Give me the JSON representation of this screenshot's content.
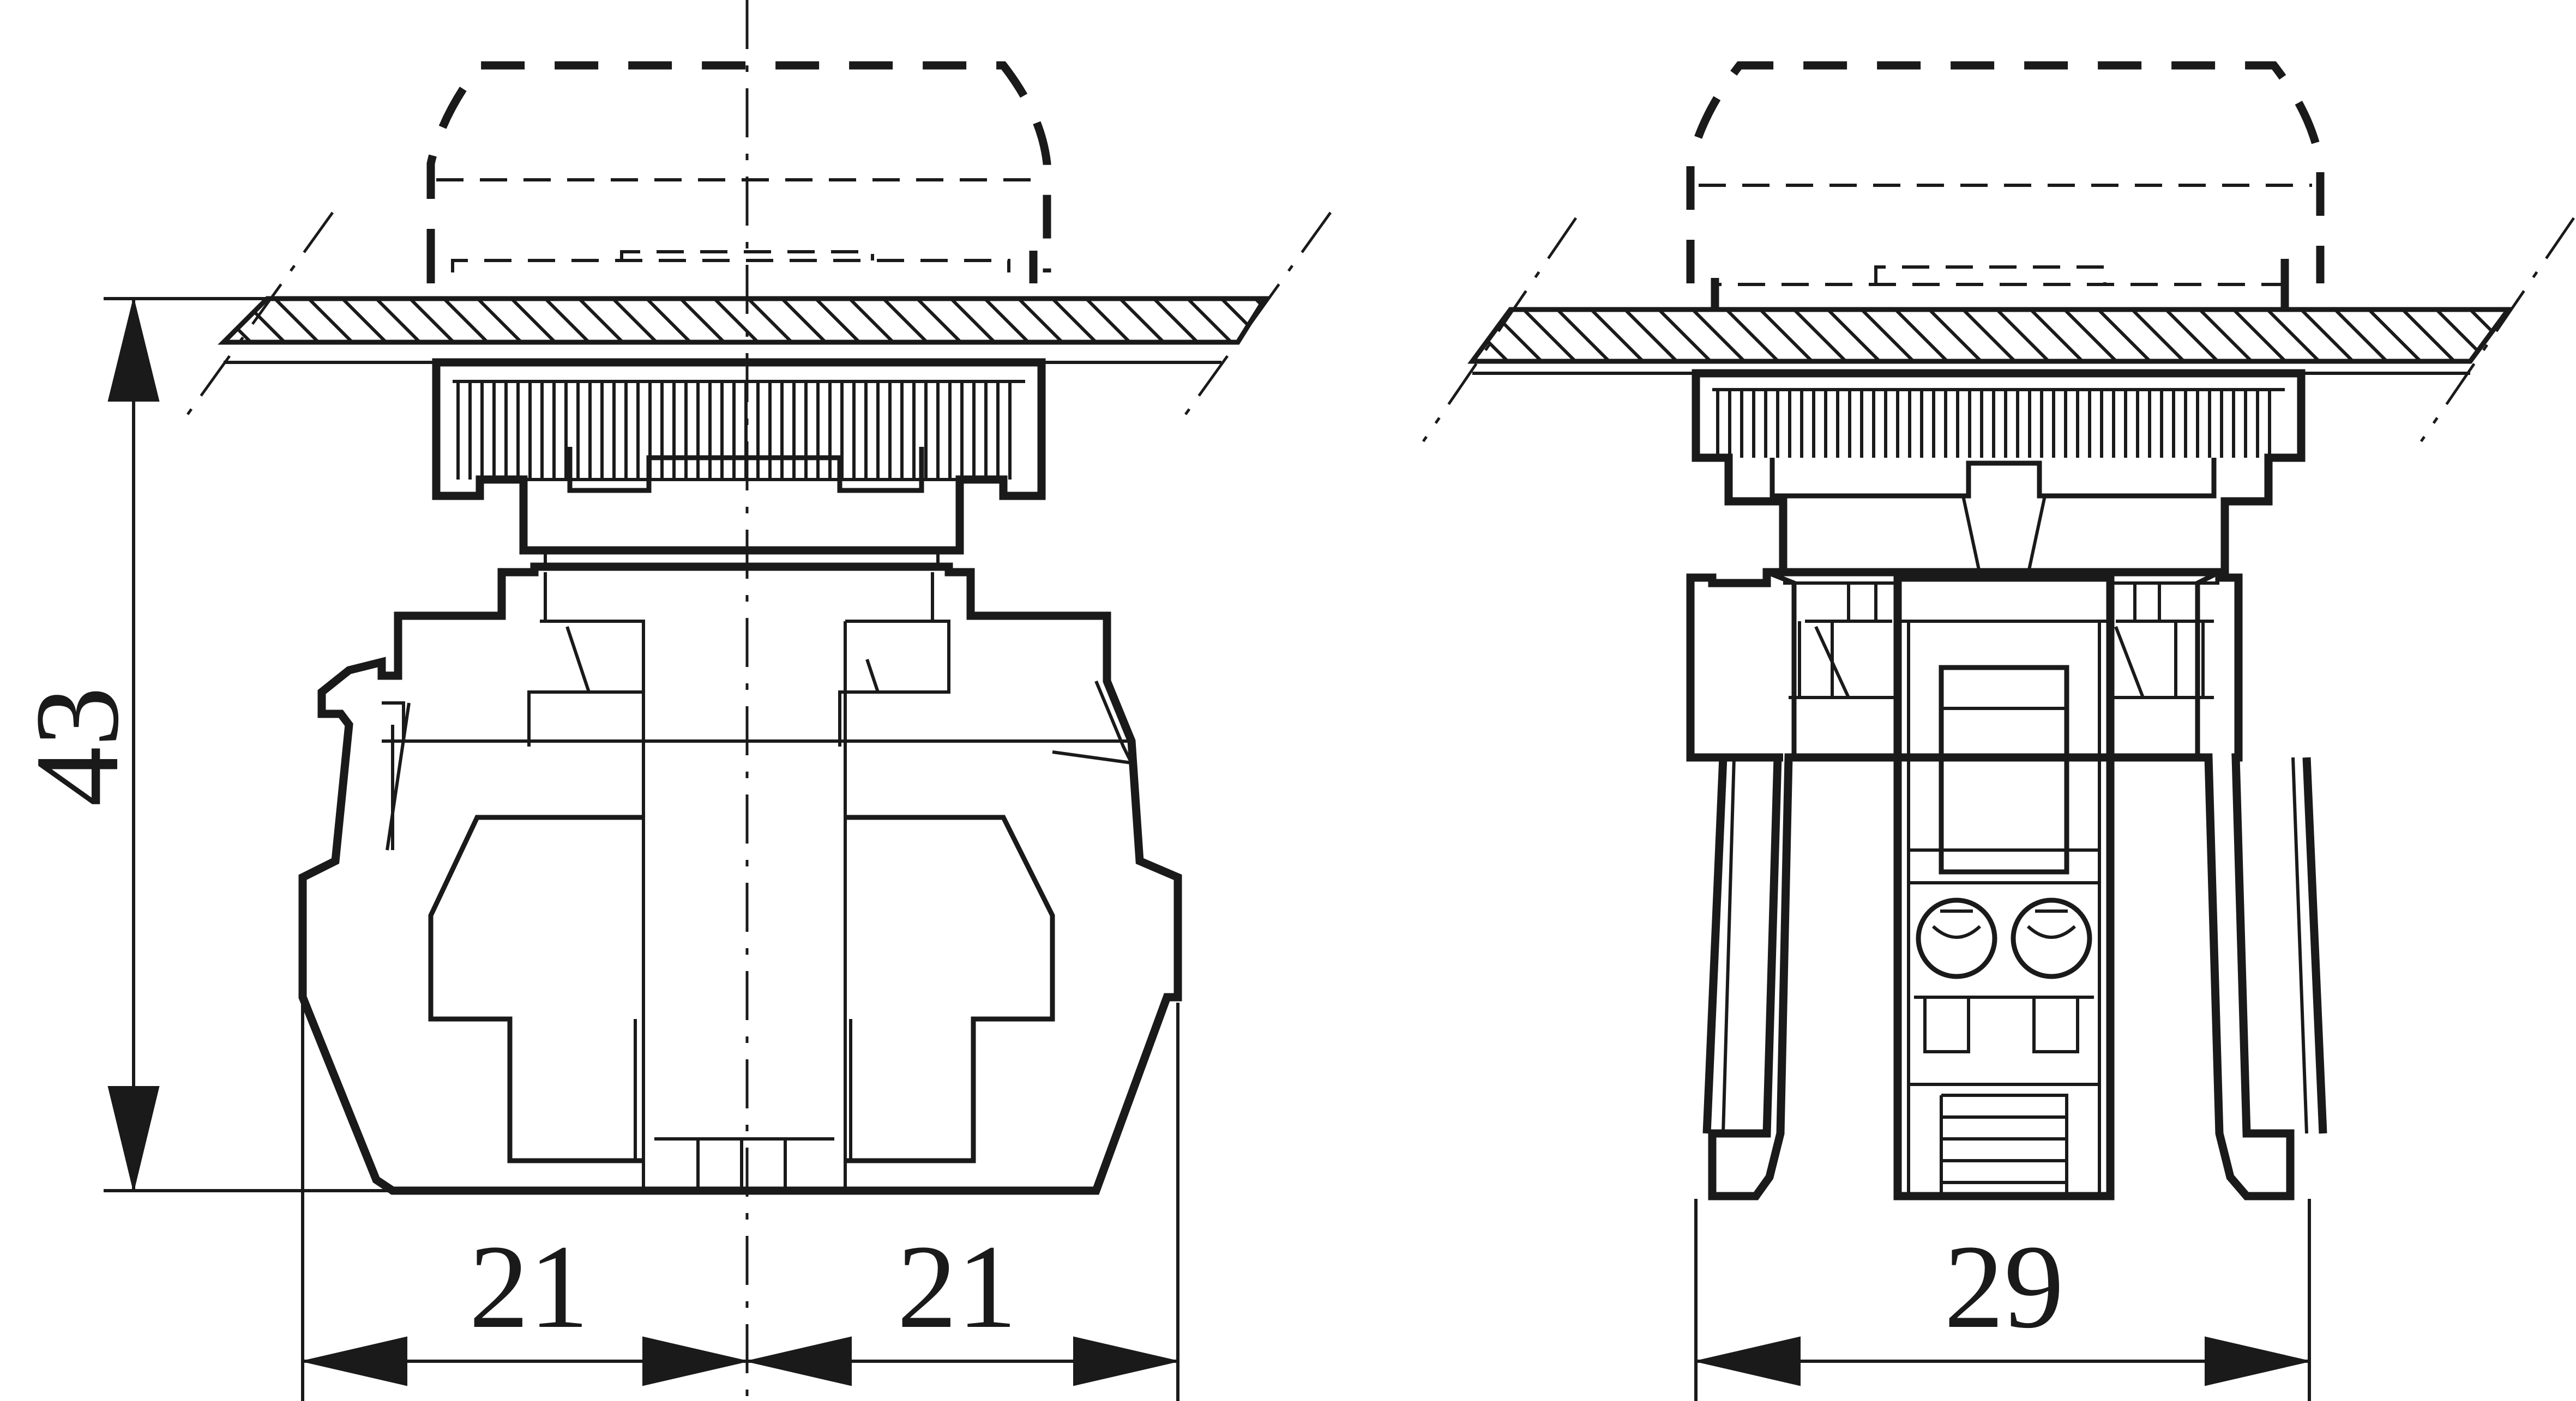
{
  "dimensions": {
    "height_front": "43",
    "width_left_half": "21",
    "width_right_half": "21",
    "width_side": "29"
  }
}
